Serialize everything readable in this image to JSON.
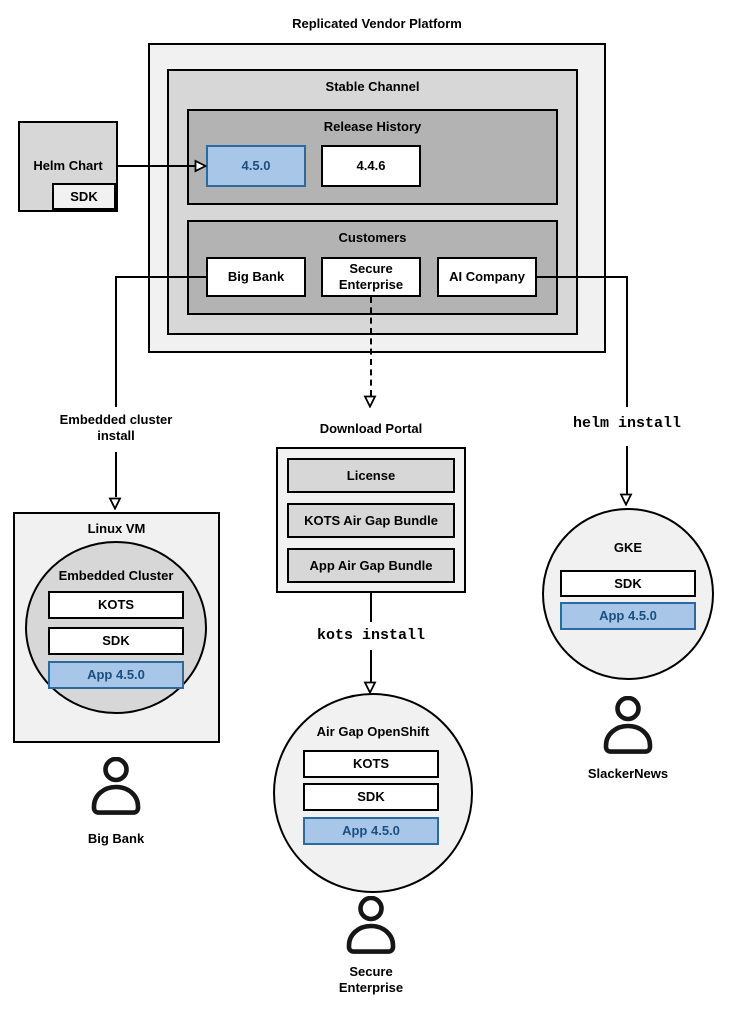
{
  "diagram_title": "Replicated Vendor Platform",
  "colors": {
    "outer_bg": "#f1f1f1",
    "mid_bg": "#d7d7d7",
    "dark_bg": "#b3b3b3",
    "blue_fill": "#a8c6e8",
    "blue_border": "#2a6a9e",
    "blue_text": "#1b4f80",
    "line": "#000000"
  },
  "platform": {
    "stable_channel": {
      "label": "Stable Channel",
      "release_history": {
        "label": "Release History",
        "releases": [
          {
            "version": "4.5.0",
            "highlighted": true
          },
          {
            "version": "4.4.6",
            "highlighted": false
          }
        ]
      },
      "customers": {
        "label": "Customers",
        "items": [
          {
            "name": "Big Bank"
          },
          {
            "name": "Secure Enterprise"
          },
          {
            "name": "AI Company"
          }
        ]
      }
    }
  },
  "helm_chart": {
    "label": "Helm Chart",
    "sdk_label": "SDK"
  },
  "flows": {
    "big_bank": {
      "edge_label": "Embedded cluster install",
      "target": {
        "label": "Linux VM",
        "cluster_label": "Embedded Cluster",
        "components": [
          "KOTS",
          "SDK",
          "App 4.5.0"
        ]
      },
      "user_label": "Big Bank"
    },
    "secure_enterprise": {
      "portal": {
        "label": "Download Portal",
        "items": [
          "License",
          "KOTS Air Gap Bundle",
          "App Air Gap Bundle"
        ]
      },
      "edge_label": "kots install",
      "target": {
        "label": "Air Gap OpenShift",
        "components": [
          "KOTS",
          "SDK",
          "App 4.5.0"
        ]
      },
      "user_label": "Secure Enterprise"
    },
    "ai_company": {
      "edge_label": "helm install",
      "target": {
        "label": "GKE",
        "components": [
          "SDK",
          "App 4.5.0"
        ]
      },
      "user_label": "SlackerNews"
    }
  }
}
